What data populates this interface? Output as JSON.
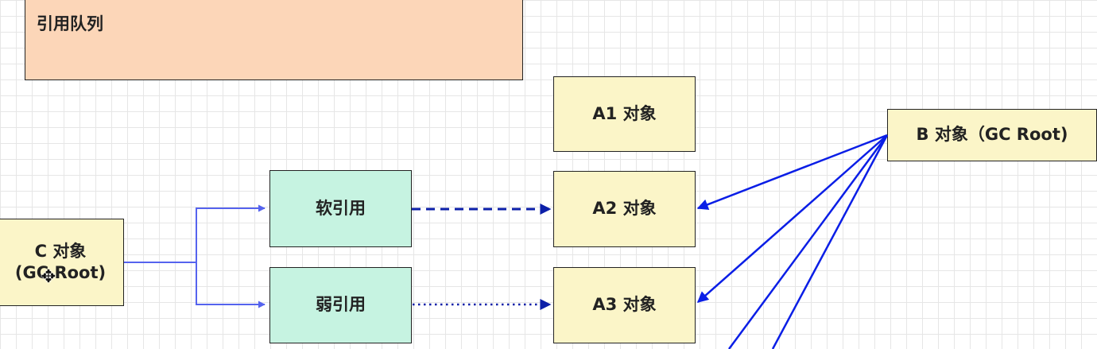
{
  "queue": {
    "label": "引用队列"
  },
  "objects": {
    "a1": "A1 对象",
    "a2": "A2 对象",
    "a3": "A3 对象",
    "b": "B 对象（GC Root)",
    "c_line1": "C 对象",
    "c_line2": "(GC Root)"
  },
  "refs": {
    "soft": "软引用",
    "weak": "弱引用"
  },
  "colors": {
    "object_fill": "#fbf5c8",
    "reference_fill": "#c6f3e1",
    "queue_fill": "#fcd6b8",
    "strong_edge": "#0a1ee6",
    "c_edge": "#5563ee",
    "soft_edge": "#0c1fa8"
  },
  "cursor": {
    "icon": "move-cursor-icon"
  }
}
